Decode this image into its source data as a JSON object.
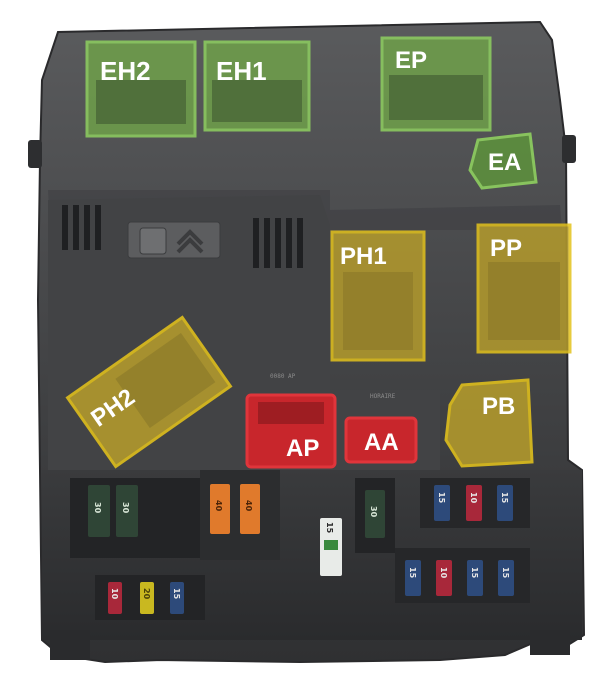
{
  "connectors": {
    "eh2": "EH2",
    "eh1": "EH1",
    "ep": "EP",
    "ea": "EA",
    "ph1": "PH1",
    "pp": "PP",
    "ph2": "PH2",
    "pb": "PB",
    "ap": "AP",
    "aa": "AA"
  },
  "molded_text": {
    "ap_header": "0080 AP",
    "horaire": "HORAIRE"
  },
  "colors": {
    "engine_group": "#7cc04a",
    "passenger_group": "#e3c21c",
    "accessory_group": "#d8262c",
    "housing": "#3e3f41"
  },
  "fuses": {
    "big_a": "30",
    "big_b": "30",
    "orange_a": "40",
    "orange_b": "40",
    "mid": "30",
    "white": "15",
    "top_right": [
      "15",
      "10",
      "15"
    ],
    "bottom_right": [
      "15",
      "10",
      "15",
      "15"
    ],
    "bottom_left": [
      "10",
      "20",
      "15"
    ]
  }
}
